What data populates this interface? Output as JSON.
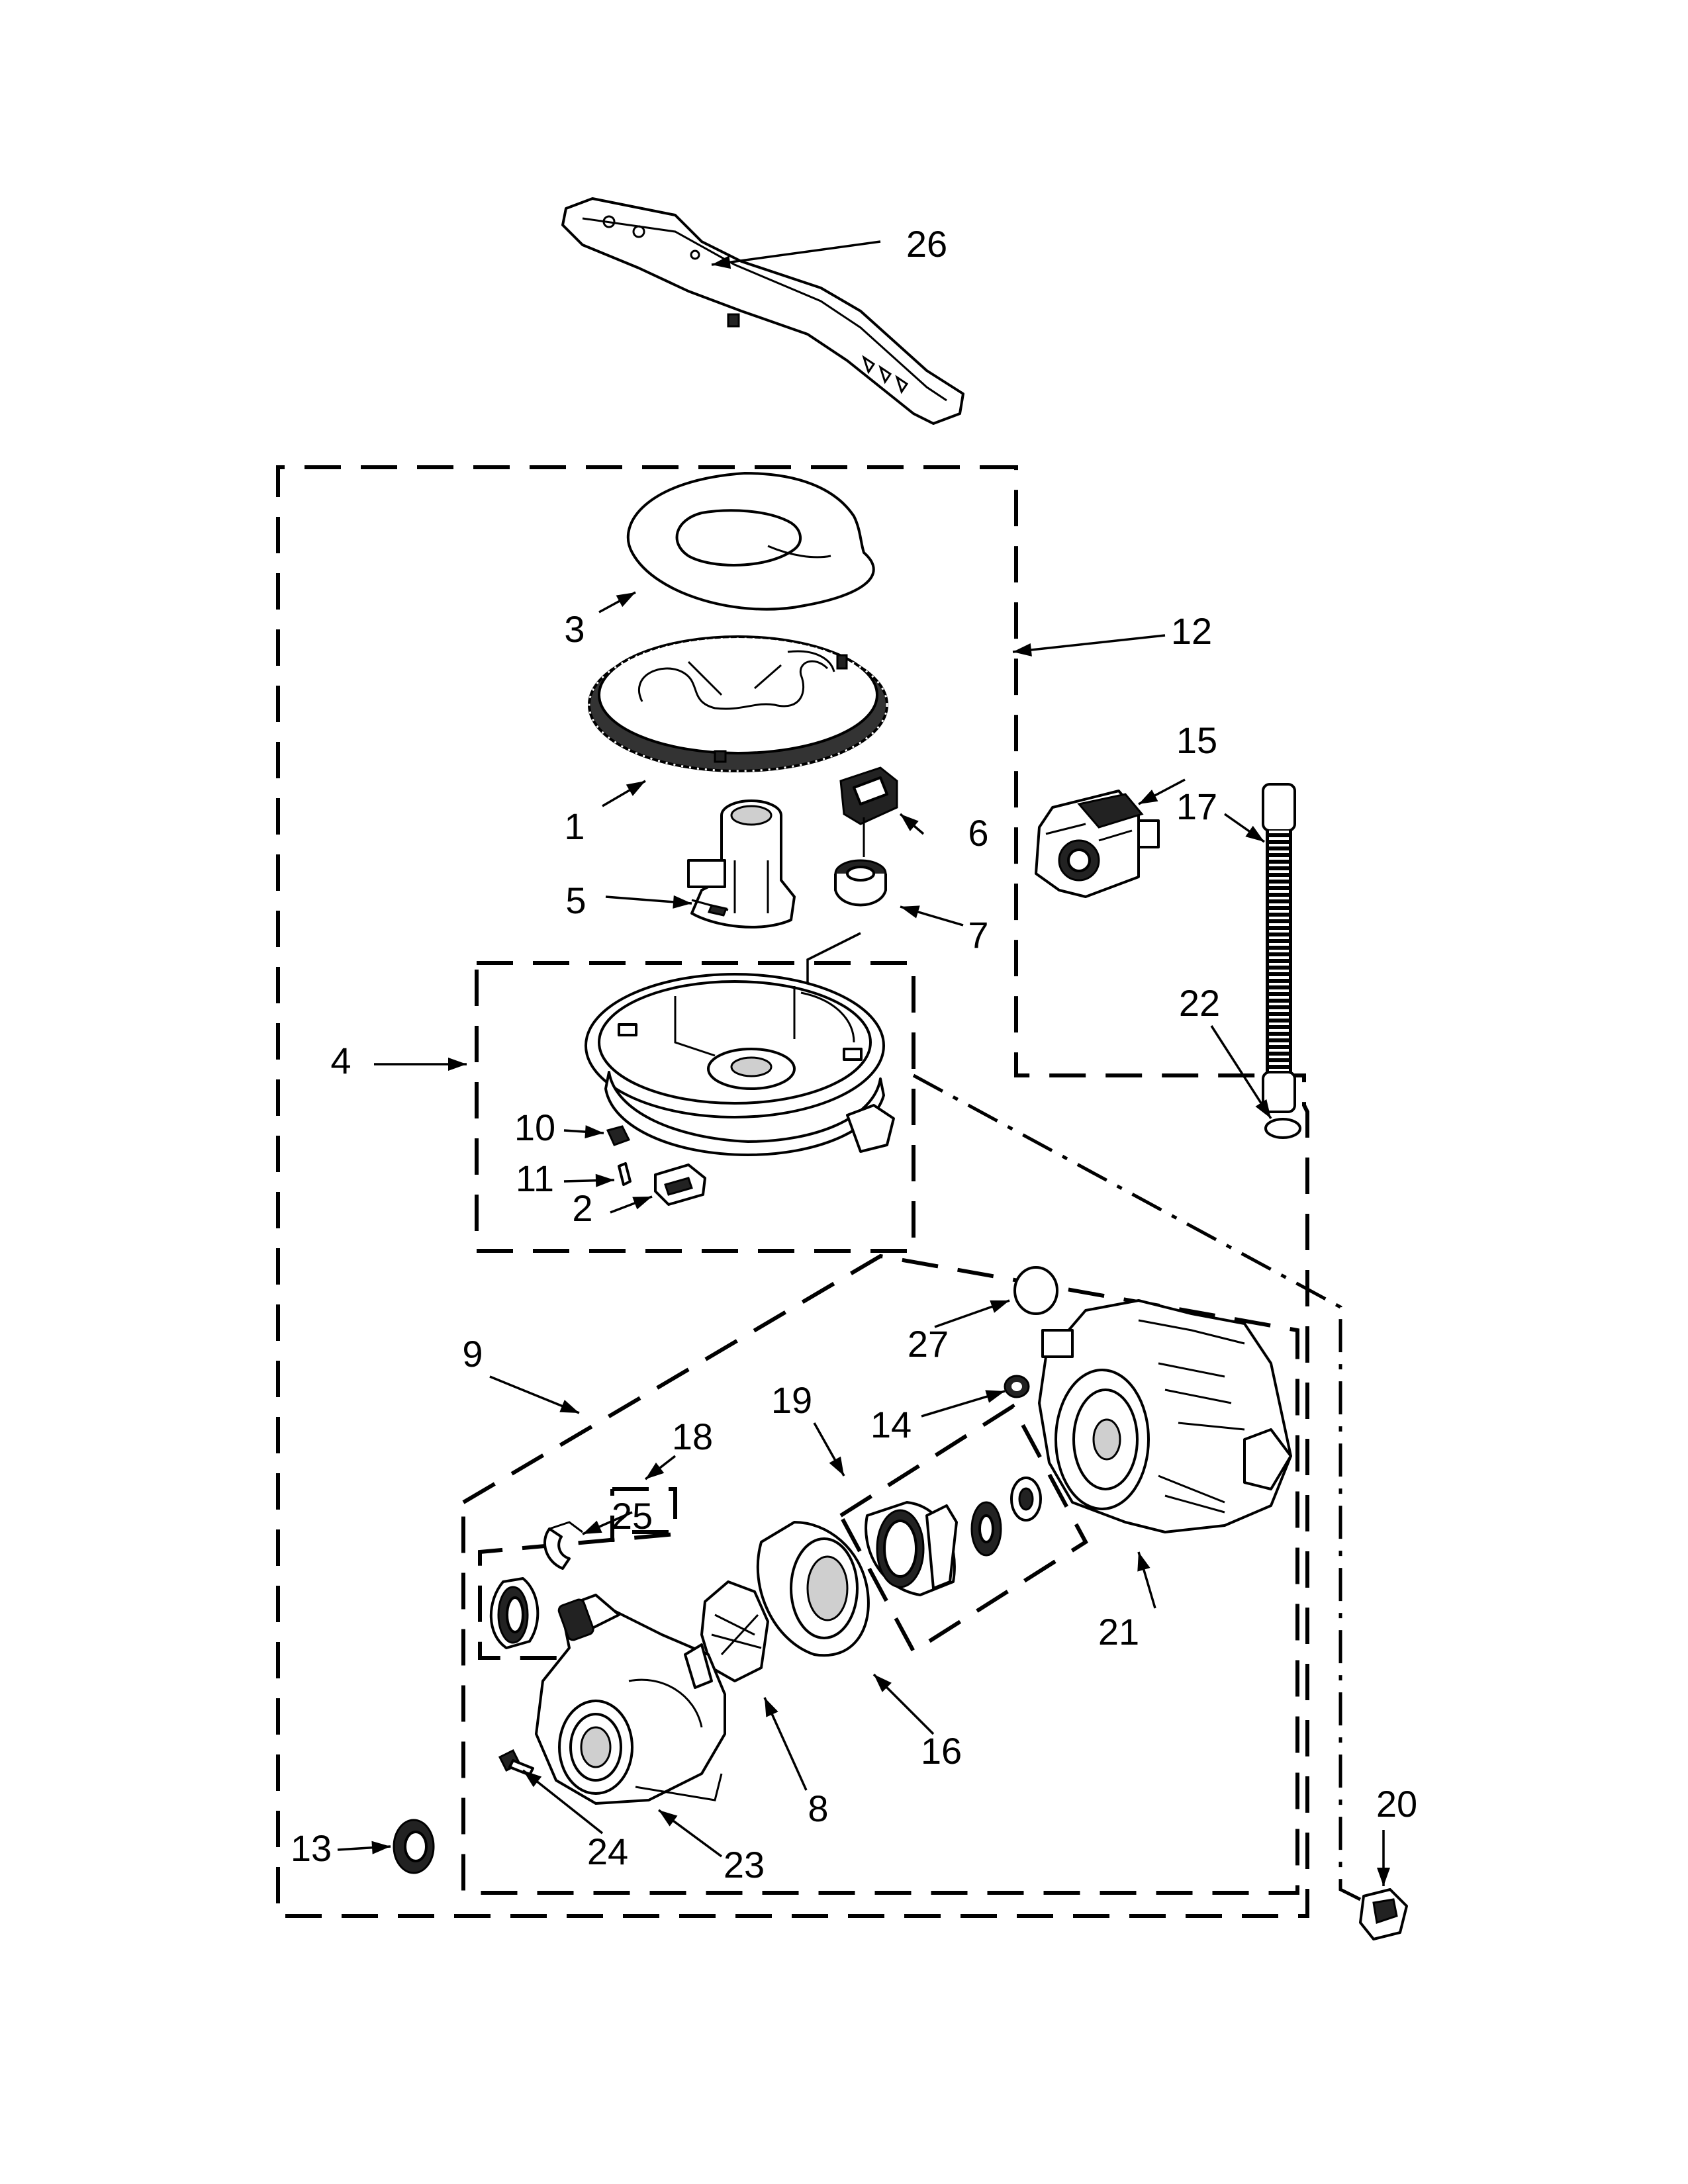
{
  "callouts": [
    "1",
    "2",
    "3",
    "4",
    "5",
    "6",
    "7",
    "8",
    "9",
    "10",
    "11",
    "12",
    "13",
    "14",
    "15",
    "16",
    "17",
    "18",
    "19",
    "20",
    "21",
    "22",
    "23",
    "24",
    "25",
    "26",
    "27"
  ]
}
